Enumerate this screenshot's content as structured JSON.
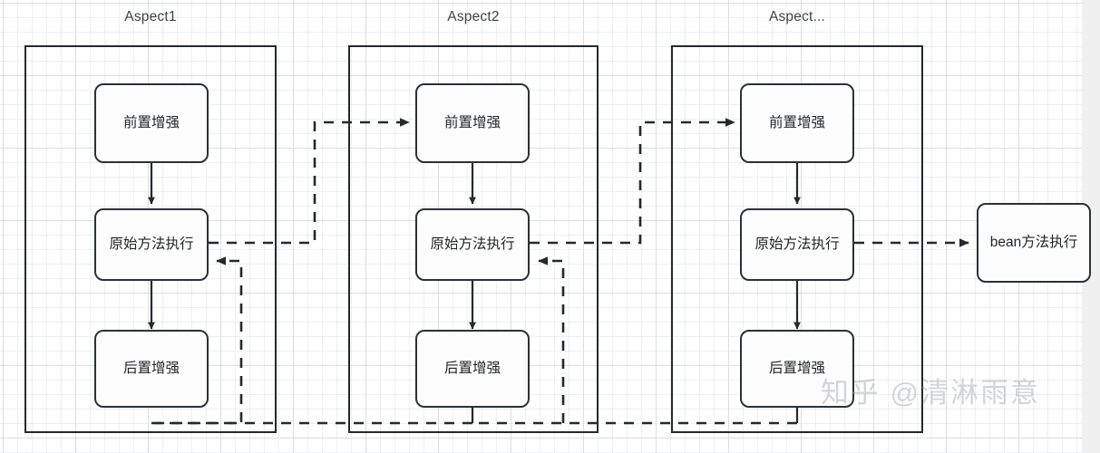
{
  "diagram": {
    "title_row": [
      {
        "label": "Aspect1"
      },
      {
        "label": "Aspect2"
      },
      {
        "label": "Aspect..."
      }
    ],
    "colors": {
      "stroke": "#24292e",
      "node_stroke": "#2b3137",
      "node_fill": "#fdfdfd",
      "grid_minor": "#e1e3e5",
      "grid_major": "#cdd1d4",
      "title_text": "#3d4349",
      "watermark": "#969ca2",
      "gutter": "#f0f0f0"
    },
    "aspects": [
      {
        "name": "aspect-1",
        "title": "Aspect1",
        "nodes": [
          {
            "key": "before",
            "label": "前置增强"
          },
          {
            "key": "invoke",
            "label": "原始方法执行"
          },
          {
            "key": "after",
            "label": "后置增强"
          }
        ]
      },
      {
        "name": "aspect-2",
        "title": "Aspect2",
        "nodes": [
          {
            "key": "before",
            "label": "前置增强"
          },
          {
            "key": "invoke",
            "label": "原始方法执行"
          },
          {
            "key": "after",
            "label": "后置增强"
          }
        ]
      },
      {
        "name": "aspect-n",
        "title": "Aspect...",
        "nodes": [
          {
            "key": "before",
            "label": "前置增强"
          },
          {
            "key": "invoke",
            "label": "原始方法执行"
          },
          {
            "key": "after",
            "label": "后置增强"
          }
        ]
      }
    ],
    "target": {
      "name": "bean-method",
      "label": "bean方法执行"
    },
    "watermark": "知乎 @清淋雨意"
  }
}
